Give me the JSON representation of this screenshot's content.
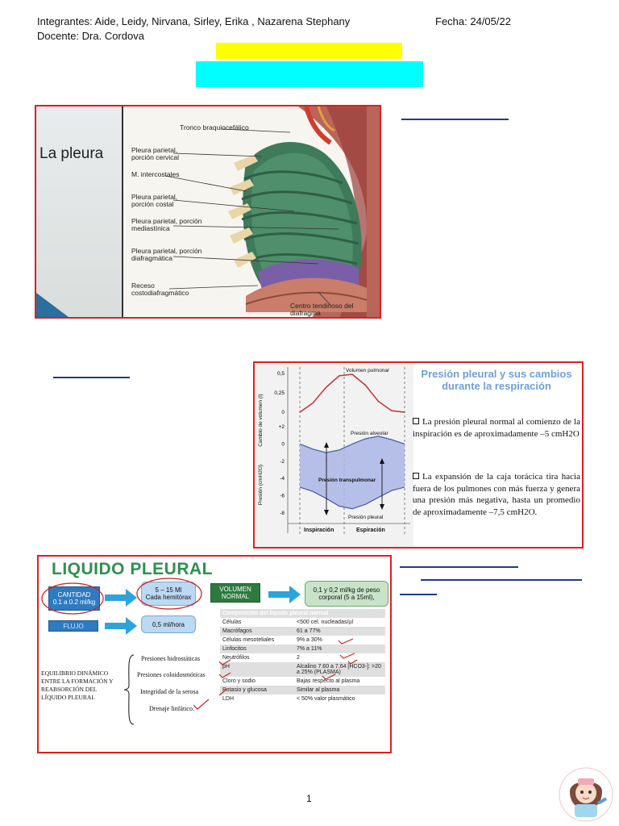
{
  "header": {
    "integrantes": "Integrantes: Aide, Leidy, Nirvana, Sirley, Erika , Nazarena  Stephany",
    "fecha": "Fecha: 24/05/22",
    "docente": "Docente: Dra. Cordova"
  },
  "colors": {
    "highlight_yellow": "#ffff00",
    "highlight_cyan": "#00ffff",
    "figure_border": "#e01f1f",
    "underline_blue": "#1f3c8a"
  },
  "figure1": {
    "title": "La pleura",
    "labels": [
      "Tronco braquiocefálico",
      "Pleura parietal, porción cervical",
      "M. intercostales",
      "Pleura parietal, porción costal",
      "Pleura parietal, porción mediastínica",
      "Pleura parietal, porción diafragmática",
      "Receso costodiafragmático",
      "Centro tendinoso del diafragma"
    ]
  },
  "figure2": {
    "title": "Presión pleural y sus cambios durante la respiración",
    "bullet1": "La presión pleural normal al comienzo de la inspiración es de aproximadamente –5 cmH2O",
    "bullet2": "La expansión de la caja torácica tira hacia fuera de los pulmones con más fuerza y genera una presión más negativa, hasta un promedio de aproximadamente –7,5 cmH2O.",
    "chart_data": [
      {
        "type": "line",
        "ylabel": "Cambio de volumen (l)",
        "yticks": [
          "0,5",
          "0,25",
          "0"
        ],
        "ylim": [
          0,
          0.5
        ],
        "series": [
          {
            "name": "Volumen pulmonar",
            "x": [
              0,
              0.5,
              1,
              1.5,
              2,
              2.5,
              3,
              3.5,
              4
            ],
            "values": [
              0.0,
              0.12,
              0.32,
              0.47,
              0.49,
              0.35,
              0.14,
              0.02,
              0.0
            ]
          }
        ]
      },
      {
        "type": "area",
        "ylabel": "Presión (cmH2O)",
        "yticks": [
          "+2",
          "0",
          "-2",
          "-4",
          "-6",
          "-8"
        ],
        "ylim": [
          -8,
          2
        ],
        "xlabels": [
          "Inspiración",
          "Espiración"
        ],
        "series": [
          {
            "name": "Presión alveolar",
            "x": [
              0,
              0.5,
              1,
              1.5,
              2,
              2.5,
              3,
              3.5,
              4
            ],
            "values": [
              0,
              -0.6,
              -1.0,
              -0.7,
              0,
              0.6,
              0.9,
              0.5,
              0
            ]
          },
          {
            "name": "Presión pleural",
            "x": [
              0,
              0.5,
              1,
              1.5,
              2,
              2.5,
              3,
              3.5,
              4
            ],
            "values": [
              -5,
              -5.5,
              -6.3,
              -7.2,
              -7.5,
              -7.0,
              -6.2,
              -5.4,
              -5
            ]
          }
        ],
        "annotation": "Presión transpulmonar"
      }
    ]
  },
  "figure3": {
    "title": "LIQUIDO PLEURAL",
    "cantidad_label": "CANTIDAD",
    "cantidad_value": "0.1 a 0.2 ml/kg",
    "cada_hemitorax_1": "5 – 15 Ml",
    "cada_hemitorax_2": "Cada hemitórax",
    "volumen_normal": "VOLUMEN NORMAL",
    "volumen_value": "0,1 y 0,2 ml/kg de peso corporal (5 a 15ml),",
    "flujo_label": "FLUJO",
    "flujo_value": "0,5 ml/hora",
    "equilibrio": "EQUILIBRIO DINÁMICO ENTRE LA FORMACIÓN Y REABSORCIÓN DEL LÍQUIDO PLEURAL",
    "factors": [
      "Presiones hidrostáticas",
      "Presiones coloidosmóticas",
      "Integridad de la serosa",
      "Drenaje linfático."
    ],
    "table_title": "Composición del líquido pleural normal",
    "table_rows": [
      [
        "Células",
        "<500 cel. nucleadas/µl"
      ],
      [
        "Macrófagos",
        "61 a 77%"
      ],
      [
        "Células mesoteliales",
        "9% a 30%"
      ],
      [
        "Linfocitos",
        "7% a 11%"
      ],
      [
        "Neutrófilos",
        "2"
      ],
      [
        "pH",
        "Alcalino 7.60 a 7.64 [HCO3-]: >20 a 25% (PLASMA)"
      ],
      [
        "Cloro y sodio",
        "Bajas respecto al plasma"
      ],
      [
        "Potasio y glucosa",
        "Similar al plasma"
      ],
      [
        "LDH",
        "< 50%  valor plasmático"
      ]
    ]
  },
  "page_number": "1"
}
